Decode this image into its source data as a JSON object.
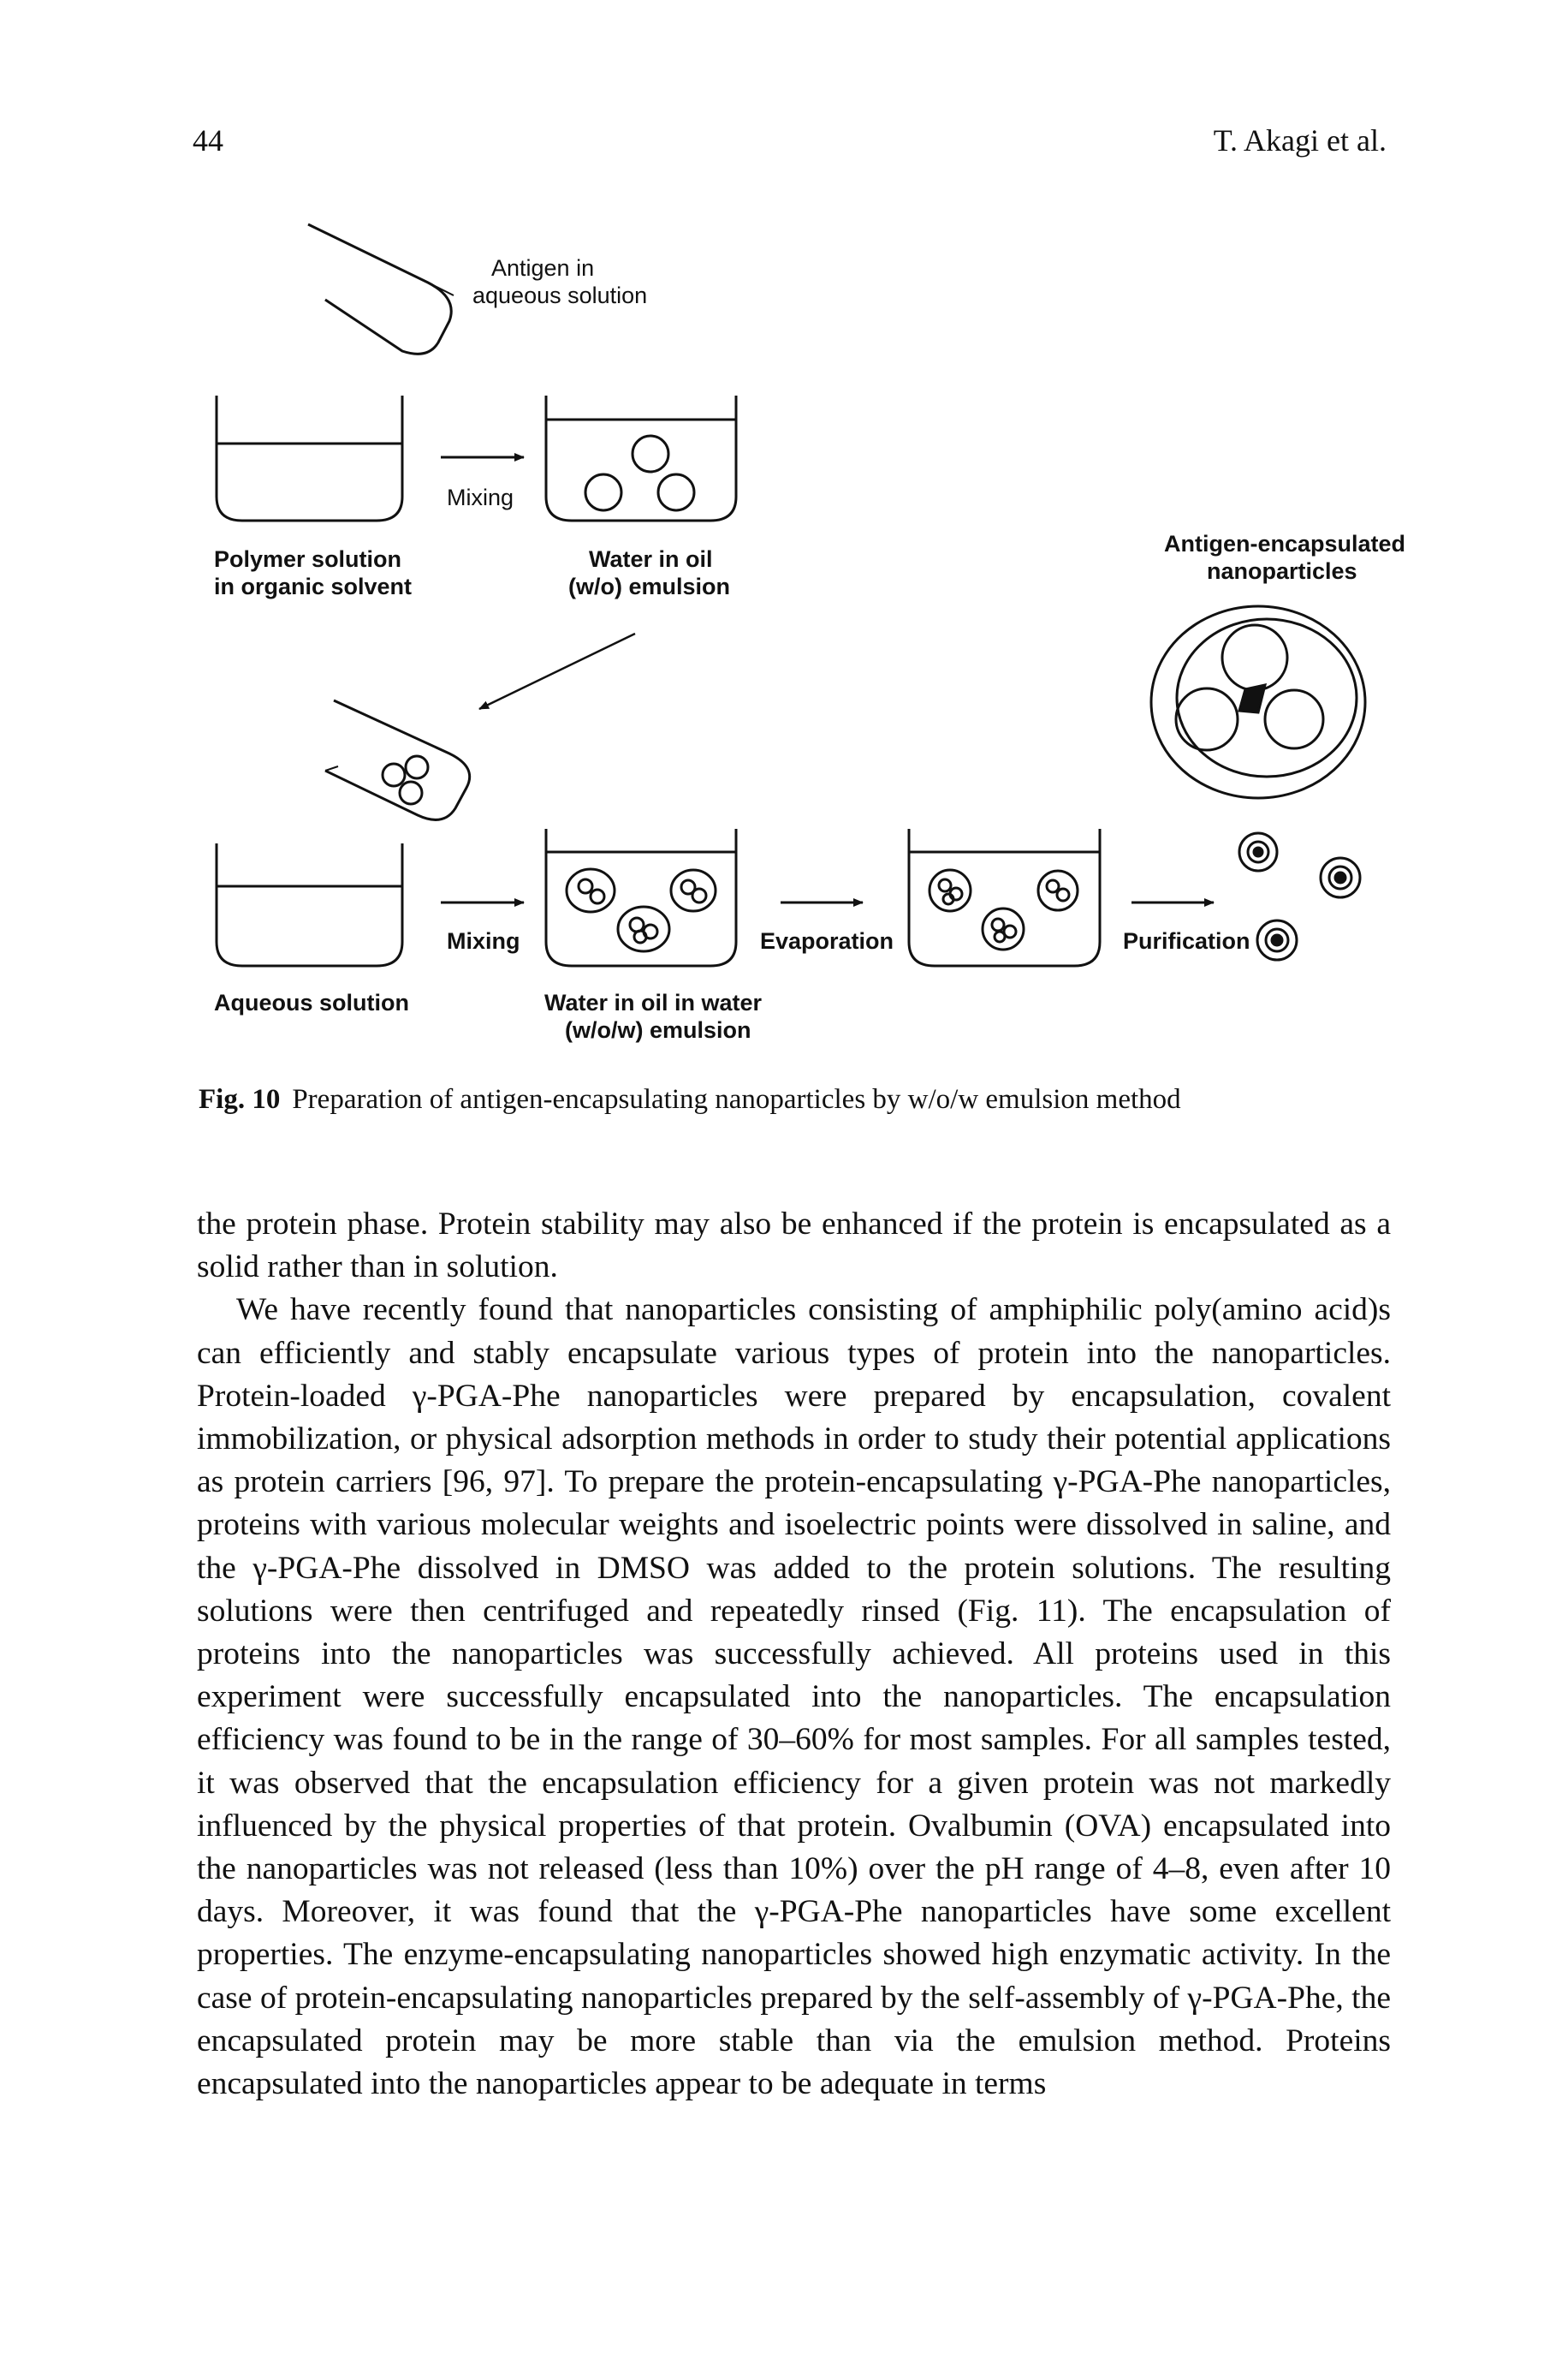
{
  "running_head": {
    "page_number": "44",
    "authors": "T. Akagi et al."
  },
  "figure": {
    "labels": {
      "antigen_in": "Antigen in",
      "aqueous_solution_top": "aqueous solution",
      "mixing_1": "Mixing",
      "polymer_solution": "Polymer solution",
      "in_organic_solvent": "in organic solvent",
      "water_in_oil": "Water in oil",
      "wo_emulsion": "(w/o) emulsion",
      "antigen_encapsulated": "Antigen-encapsulated",
      "nanoparticles": "nanoparticles",
      "mixing_2": "Mixing",
      "evaporation": "Evaporation",
      "purification": "Purification",
      "aqueous_solution": "Aqueous solution",
      "water_in_oil_in_water": "Water in oil in water",
      "wow_emulsion": "(w/o/w) emulsion"
    },
    "caption_number": "Fig. 10",
    "caption_text": "Preparation of antigen-encapsulating nanoparticles by w/o/w emulsion method"
  },
  "body": {
    "paragraph_1": "the protein phase. Protein stability may also be enhanced if the protein is encapsulated as a solid rather than in solution.",
    "paragraph_2": "We have recently found that nanoparticles consisting of amphiphilic poly(amino acid)s can efficiently and stably encapsulate various types of protein into the nanoparticles. Protein-loaded γ-PGA-Phe nanoparticles were prepared by encapsula­tion, covalent immobilization, or physical adsorption methods in order to study their potential applications as protein carriers [96, 97]. To prepare the protein-encapsulating γ-PGA-Phe nanoparticles, proteins with various molecular weights and isoelectric points were dissolved in saline, and the γ-PGA-Phe dissolved in DMSO was added to the protein solutions. The resulting solutions were then centrifuged and repeatedly rinsed (Fig. 11). The encapsulation of proteins into the nanoparticles was successfully achieved. All proteins used in this experiment were successfully encapsulated into the nanoparticles. The encapsulation efficiency was found to be in the range of 30–60% for most samples. For all samples tested, it was observed that the encapsulation efficiency for a given protein was not markedly influenced by the physical properties of that protein. Ovalbumin (OVA) encapsulated into the nanoparticles was not released (less than 10%) over the pH range of 4–8, even after 10 days. Moreover, it was found that the γ-PGA-Phe nanoparticles have some excellent properties. The enzyme-encapsulating nanoparticles showed high enzymatic activity. In the case of protein-encapsulating nanoparticles prepared by the self-assembly of γ-PGA-Phe, the encapsulated protein may be more stable than via the emulsion method. Proteins encapsulated into the nanoparticles appear to be adequate in terms"
  }
}
